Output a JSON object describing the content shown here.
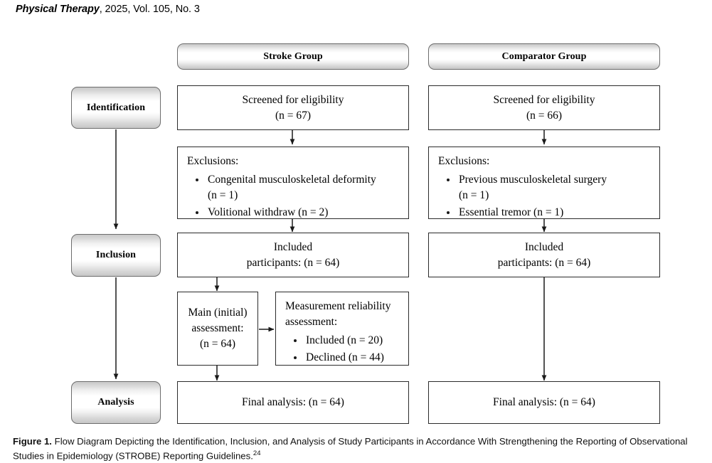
{
  "running_head": {
    "journal": "Physical Therapy",
    "rest": ", 2025, Vol. 105, No. 3"
  },
  "columns": {
    "stroke_header": "Stroke Group",
    "comparator_header": "Comparator Group"
  },
  "stages": [
    {
      "label": "Identification"
    },
    {
      "label": "Inclusion"
    },
    {
      "label": "Analysis"
    }
  ],
  "stroke": {
    "screened": {
      "line1": "Screened for eligibility",
      "line2": "(n = 67)"
    },
    "exclusions": {
      "title": "Exclusions:",
      "items": [
        {
          "text": "Congenital musculoskeletal deformity",
          "sub": "(n = 1)"
        },
        {
          "text": "Volitional withdraw (n = 2)",
          "sub": ""
        }
      ]
    },
    "included": {
      "line1": "Included",
      "line2": "participants: (n = 64)"
    },
    "main_assessment": {
      "line1": "Main (initial)",
      "line2": "assessment:",
      "line3": "(n = 64)"
    },
    "reliability": {
      "line1": "Measurement reliability",
      "line2": "assessment:",
      "items": [
        {
          "text": "Included (n = 20)"
        },
        {
          "text": "Declined (n = 44)"
        }
      ]
    },
    "final": "Final analysis: (n = 64)"
  },
  "comparator": {
    "screened": {
      "line1": "Screened for eligibility",
      "line2": "(n = 66)"
    },
    "exclusions": {
      "title": "Exclusions:",
      "items": [
        {
          "text": "Previous musculoskeletal surgery",
          "sub": "(n = 1)"
        },
        {
          "text": "Essential tremor (n = 1)",
          "sub": ""
        }
      ]
    },
    "included": {
      "line1": "Included",
      "line2": "participants: (n = 64)"
    },
    "final": "Final analysis: (n = 64)"
  },
  "caption": {
    "label": "Figure 1.",
    "text": " Flow Diagram Depicting the Identification, Inclusion, and Analysis of Study Participants in Accordance With Strengthening the Reporting of Observational Studies in Epidemiology (STROBE) Reporting Guidelines.",
    "reference": "24"
  },
  "colors": {
    "box_border": "#2b2b2b",
    "stage_border": "#6d6d6d",
    "connector": "#1a1a1a",
    "background": "#ffffff"
  }
}
